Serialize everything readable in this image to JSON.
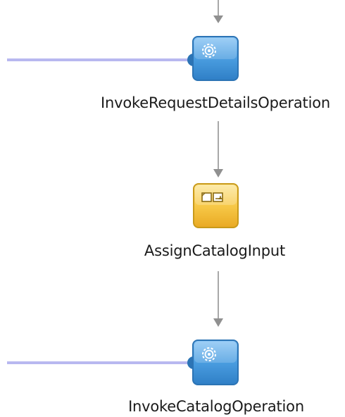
{
  "nodes": [
    {
      "label": "InvokeRequestDetailsOperation",
      "type": "invoke",
      "icon": "gear-icon"
    },
    {
      "label": "AssignCatalogInput",
      "type": "assign",
      "icon": "assign-icon"
    },
    {
      "label": "InvokeCatalogOperation",
      "type": "invoke",
      "icon": "gear-icon"
    }
  ],
  "colors": {
    "invoke_fill": "#4a9de0",
    "invoke_border": "#2c74b5",
    "assign_fill": "#f7c948",
    "assign_border": "#c99a1a",
    "partner_link": "#b8b8f0",
    "flow_line": "#a8a8a8"
  }
}
